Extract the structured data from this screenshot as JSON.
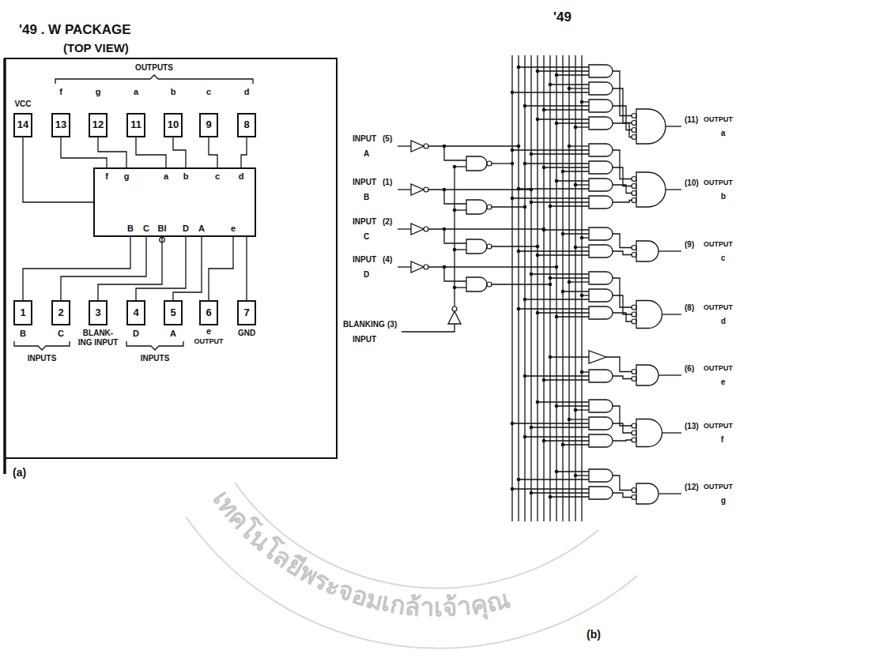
{
  "diagram": {
    "nodes": [
      {
        "text": [
          "14"
        ]
      },
      {
        "text": [
          "13"
        ]
      },
      {
        "text": [
          "12"
        ]
      },
      {
        "text": [
          "11"
        ]
      },
      {
        "text": [
          "10"
        ]
      },
      {
        "text": [
          "9"
        ]
      },
      {
        "text": [
          "8"
        ]
      },
      {
        "text": [
          "f",
          "g",
          "a",
          "b",
          "c",
          "d",
          "B",
          "C",
          "BI",
          "D",
          "A",
          "e"
        ]
      },
      {
        "text": [
          "1"
        ]
      },
      {
        "text": [
          "2"
        ]
      },
      {
        "text": [
          "3"
        ]
      },
      {
        "text": [
          "4"
        ]
      },
      {
        "text": [
          "5"
        ]
      },
      {
        "text": [
          "6"
        ]
      },
      {
        "text": [
          "7"
        ]
      }
    ],
    "edges": [
      {
        "from": 0,
        "to": 7,
        "arrow": "none"
      },
      {
        "from": 1,
        "to": 7,
        "arrow": "none"
      },
      {
        "from": 2,
        "to": 7,
        "arrow": "none"
      },
      {
        "from": 3,
        "to": 7,
        "arrow": "none"
      },
      {
        "from": 4,
        "to": 7,
        "arrow": "none"
      },
      {
        "from": 5,
        "to": 7,
        "arrow": "none"
      },
      {
        "from": 6,
        "to": 7,
        "arrow": "none"
      },
      {
        "from": 8,
        "to": 7,
        "arrow": "none"
      },
      {
        "from": 9,
        "to": 7,
        "arrow": "none"
      },
      {
        "from": 10,
        "to": 7,
        "arrow": "none"
      },
      {
        "from": 11,
        "to": 7,
        "arrow": "none"
      },
      {
        "from": 12,
        "to": 7,
        "arrow": "none"
      },
      {
        "from": 13,
        "to": 7,
        "arrow": "none"
      },
      {
        "from": 14,
        "to": 7,
        "arrow": "none"
      }
    ],
    "labels": [
      "'49 . W PACKAGE",
      "(TOP VIEW)",
      "OUTPUTS",
      "VCC",
      "f",
      "g",
      "a",
      "b",
      "c",
      "d",
      "B",
      "C",
      "BLANK- ING INPUT",
      "D",
      "A",
      "e",
      "OUTPUT",
      "GND",
      "INPUTS",
      "INPUTS",
      "(a)",
      "'49",
      "INPUT",
      "(5)",
      "A",
      "INPUT",
      "(1)",
      "B",
      "INPUT",
      "(2)",
      "C",
      "INPUT",
      "(4)",
      "D",
      "BLANKING",
      "(3)",
      "INPUT",
      "(11)",
      "OUTPUT",
      "a",
      "(10)",
      "OUTPUT",
      "b",
      "(9)",
      "OUTPUT",
      "c",
      "(8)",
      "OUTPUT",
      "d",
      "(6)",
      "OUTPUT",
      "e",
      "(13)",
      "OUTPUT",
      "f",
      "(12)",
      "OUTPUT",
      "g",
      "(b)",
      "เทคโนโลยีพระจอมเกล้าเจ้าคุณ"
    ]
  }
}
